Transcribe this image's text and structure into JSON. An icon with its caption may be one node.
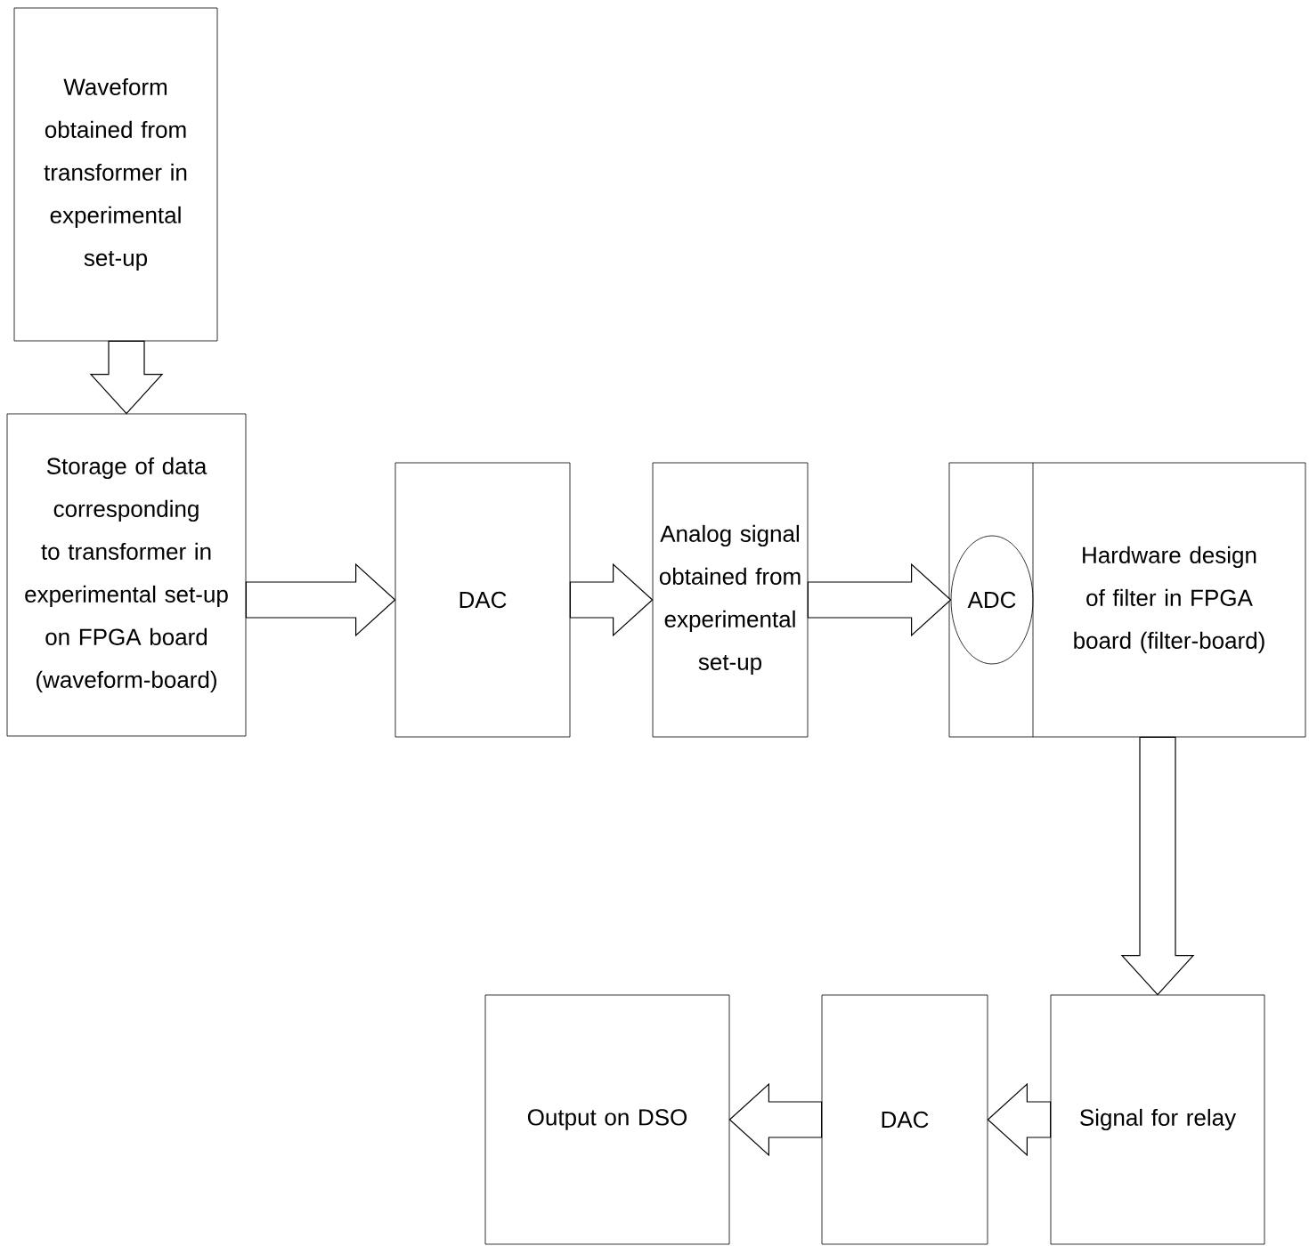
{
  "diagram": {
    "nodes": [
      {
        "text": [
          "Waveform obtained from transformer in experimental set-up"
        ]
      },
      {
        "text": [
          "Storage of data corresponding to transformer in experimental set-up on FPGA board (waveform-board)"
        ]
      },
      {
        "text": [
          "DAC"
        ]
      },
      {
        "text": [
          "Analog signal obtained from experimental set-up"
        ]
      },
      {
        "text": [
          "Hardware design of filter in FPGA board (filter-board)"
        ]
      },
      {
        "text": [
          "ADC"
        ],
        "in": 4
      },
      {
        "text": [
          "Signal for relay"
        ]
      },
      {
        "text": [
          "DAC"
        ]
      },
      {
        "text": [
          "Output on DSO"
        ]
      }
    ],
    "edges": [
      {
        "from": 0,
        "to": 1,
        "arrow": "to"
      },
      {
        "from": 1,
        "to": 2,
        "arrow": "to"
      },
      {
        "from": 2,
        "to": 3,
        "arrow": "to"
      },
      {
        "from": 3,
        "to": 5,
        "arrow": "to"
      },
      {
        "from": 4,
        "to": 6,
        "arrow": "to"
      },
      {
        "from": 6,
        "to": 7,
        "arrow": "to"
      },
      {
        "from": 7,
        "to": 8,
        "arrow": "to"
      }
    ]
  }
}
